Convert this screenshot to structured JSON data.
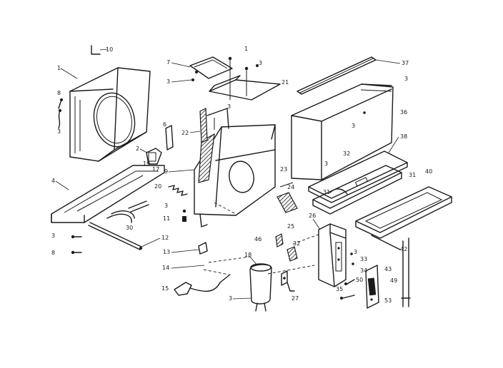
{
  "callouts": {
    "c1_left": "1",
    "c10": "10",
    "c8": "8",
    "c3_left": "3",
    "c7": "7",
    "c3_top": "3",
    "c1_top": "1",
    "c3_a": "3",
    "c21": "21",
    "c3_b": "3",
    "c6": "6",
    "c22": "22",
    "c2": "2",
    "c19": "19",
    "c17": "17",
    "c9": "9",
    "c4": "4",
    "c20": "20",
    "c3_mid": "3",
    "c11": "11",
    "c30": "30",
    "c3_low": "3",
    "c8_low": "8",
    "c12": "12",
    "c13": "13",
    "c14": "14",
    "c15": "15",
    "c23": "23",
    "c24": "24",
    "c25": "25",
    "c37": "37",
    "c3_r1": "3",
    "c36": "36",
    "c3_r2": "3",
    "c38": "38",
    "c3_r3": "3",
    "c32": "32",
    "c31_a": "31",
    "c31_b": "31",
    "c40": "40",
    "c42": "42",
    "c26": "26",
    "c46": "46",
    "c32_low": "32",
    "c3_r4": "3",
    "c33": "33",
    "c18": "18",
    "c34": "34",
    "c3_r5": "3",
    "c27": "27",
    "c50": "50",
    "c35": "35",
    "c43": "43",
    "c49": "49",
    "c53": "53"
  }
}
